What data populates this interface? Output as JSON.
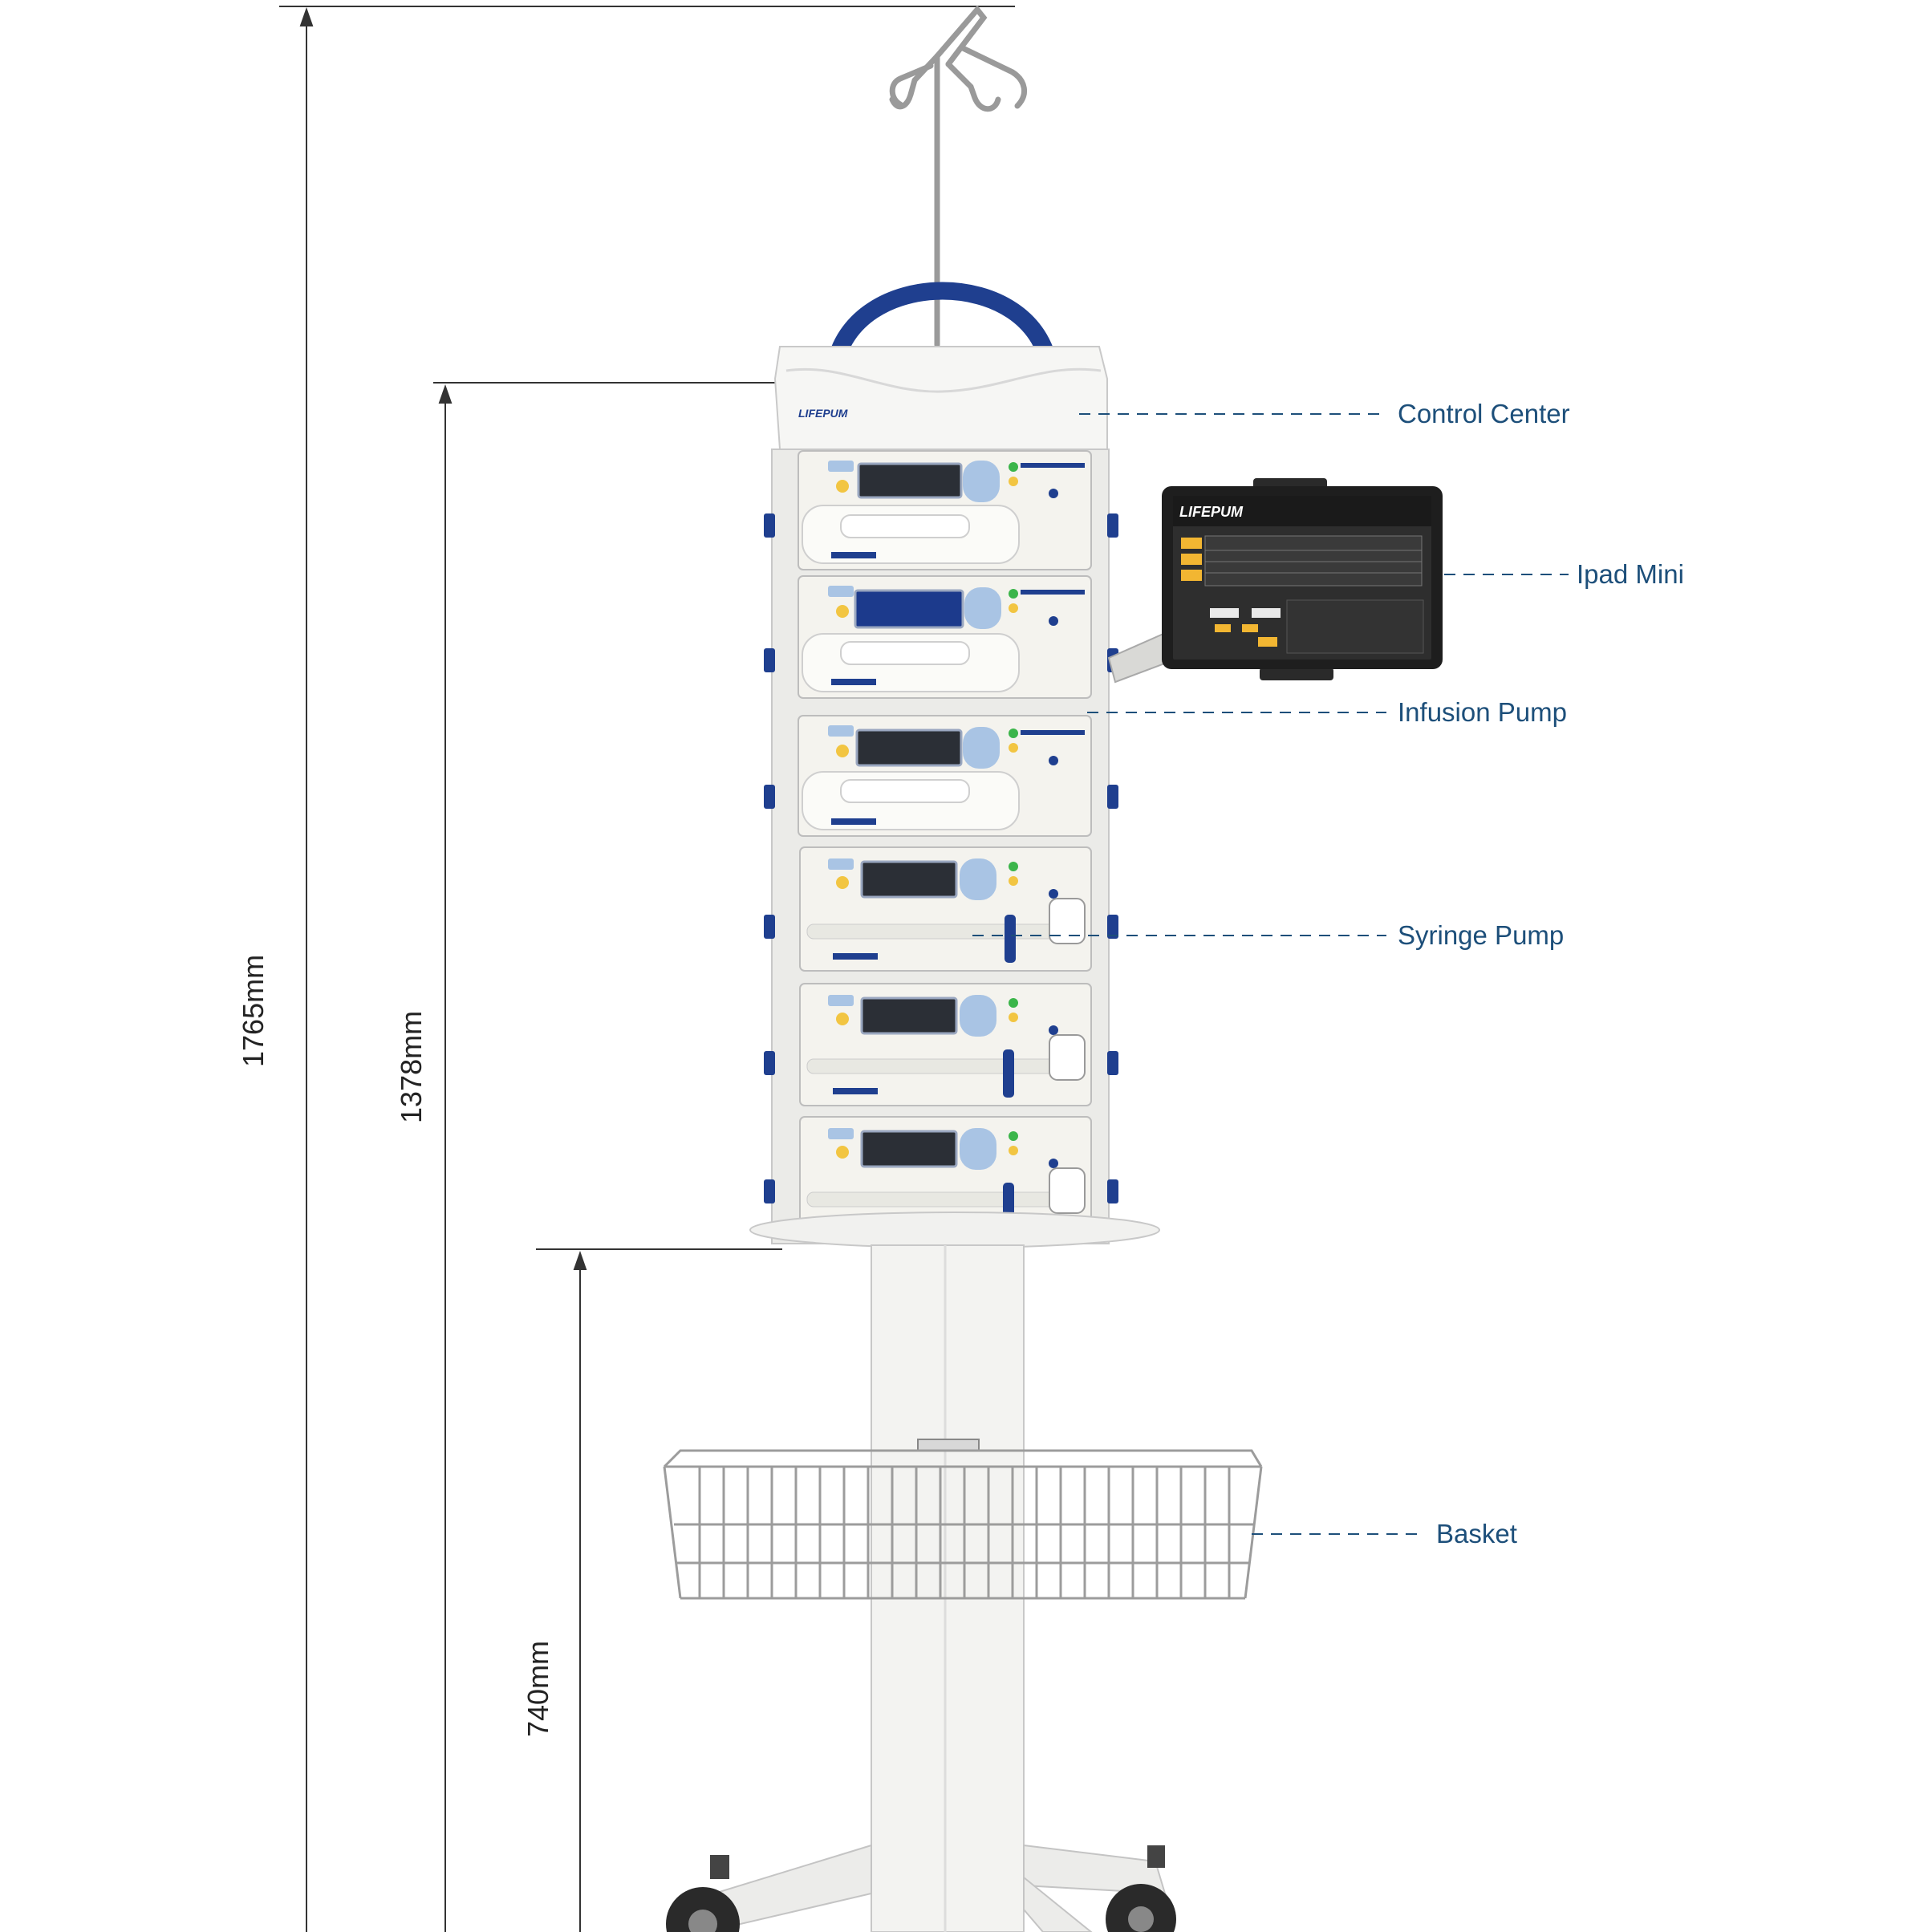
{
  "dimensions": {
    "total_height": "1765mm",
    "workstation_height": "1378mm",
    "base_height": "740mm"
  },
  "callouts": {
    "control_center": "Control Center",
    "ipad_mini": "Ipad Mini",
    "infusion_pump": "Infusion Pump",
    "syringe_pump": "Syringe Pump",
    "basket": "Basket"
  },
  "brand": {
    "logo": "LIFEPUM"
  },
  "colors": {
    "callout_text": "#1d4f7a",
    "accent_blue": "#1f3f8f",
    "device_body": "#f2f2ee",
    "screen": "#2b2f36"
  }
}
